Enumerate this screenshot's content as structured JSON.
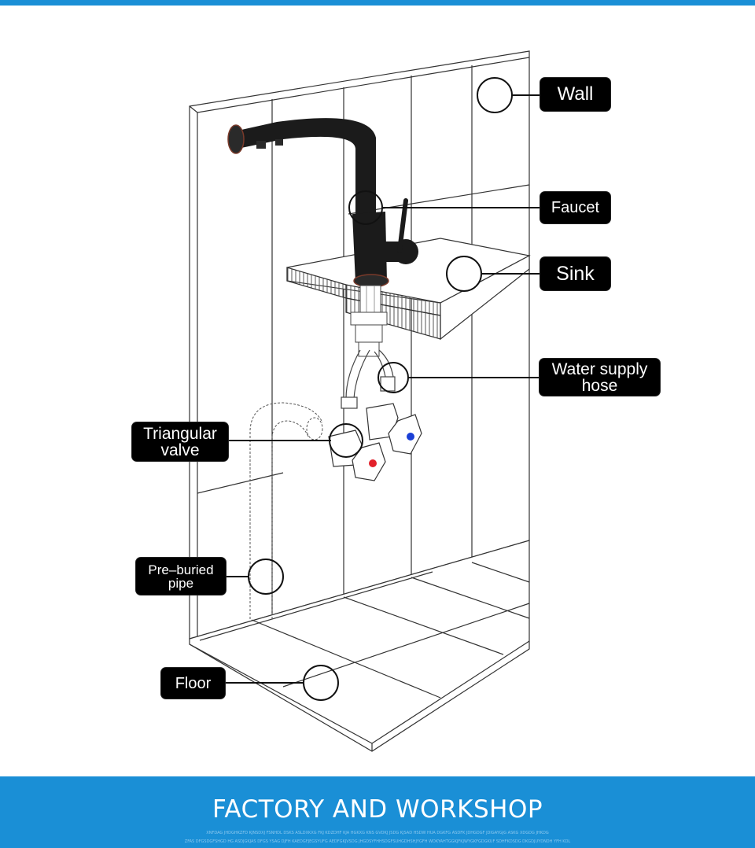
{
  "labels": {
    "wall": "Wall",
    "faucet": "Faucet",
    "sink": "Sink",
    "water_supply_hose": "Water supply\nhose",
    "triangular_valve": "Triangular\nvalve",
    "pre_buried_pipe": "Pre–buried\npipe",
    "floor": "Floor"
  },
  "footer": {
    "title": "FACTORY AND WORKSHOP",
    "fine_line_1": "XNFDAG JHDGHKZFD KJNSDXJ FSNHDL DSKS ASLDXKXG FKJ KDZDHF KJA HGKXG KNS GVDKJ JSDG KJSAD HSDW HUA DGKFG ASDFK JDHGDGF JDIGAYGJG ASKG XDGDG JHKDG",
    "fine_line_2": "ZFAS DFGSDGFSHGD HG ASDJGKJAS DFGS YSAG DJFH KAEDGFJEGSYUFG AEDFGKJVSDG JHGDSYFHHSDGFSUHGDHSHJYGFH WDKYAHTGGKJFKJWYGKFGDGKUF SDHFKDSDG DKGDJUYDNDH YFH KDL",
    "colors": {
      "accent": "#1a8fd6",
      "hot": "#e2212b",
      "cold": "#1a3fd6"
    }
  }
}
